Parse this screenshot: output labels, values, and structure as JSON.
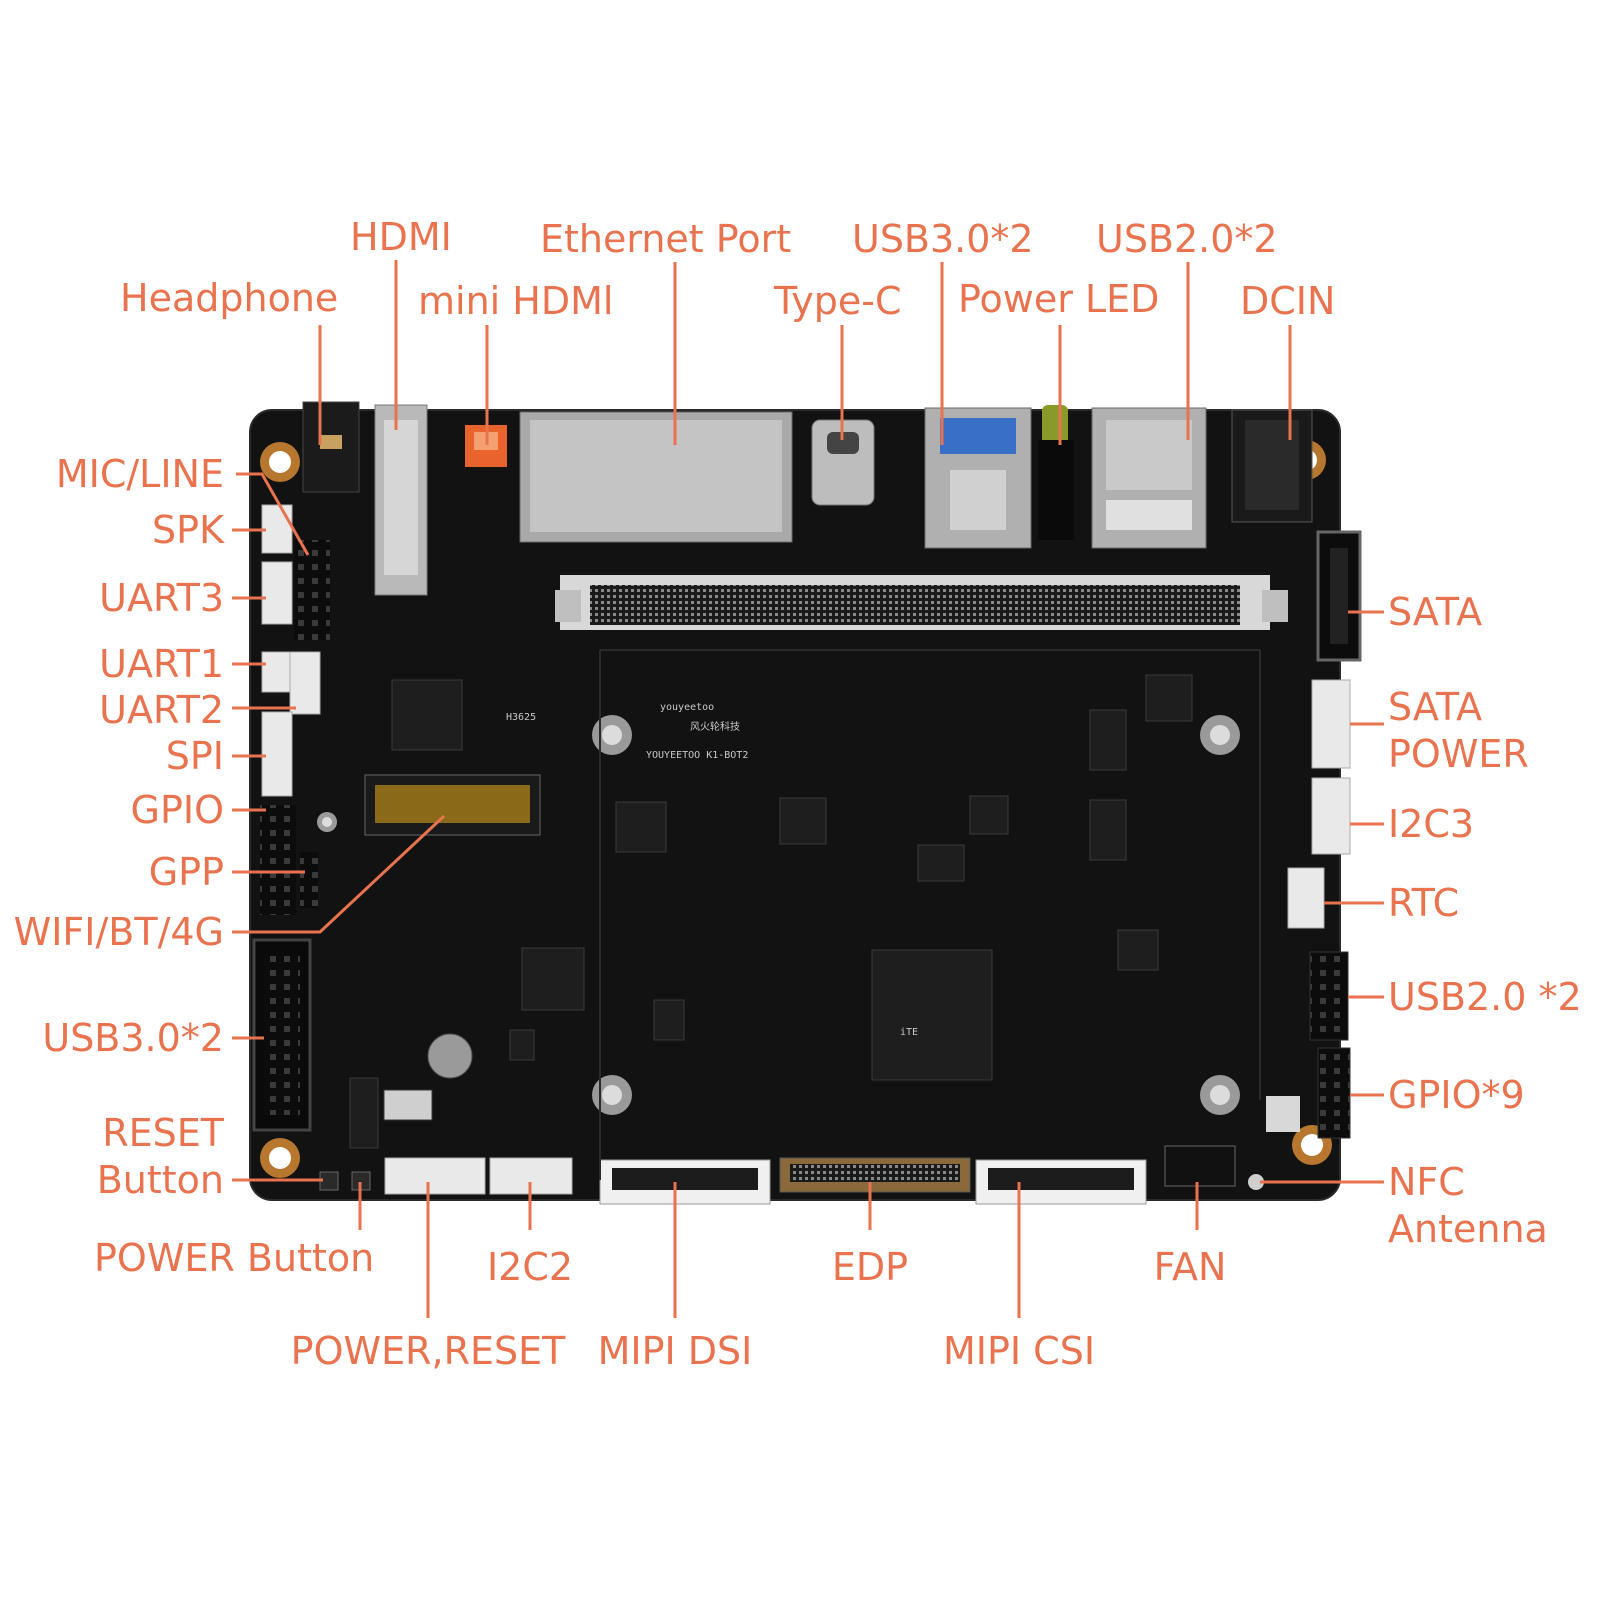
{
  "accent_color": "#E8734E",
  "board": {
    "brand_text": "youyeetoo",
    "cn_text": "风火轮科技",
    "model_text": "YOUYEETOO K1-BOT2",
    "chip_text": "iTE",
    "code_text": "H3625"
  },
  "labels": {
    "headphone": "Headphone",
    "hdmi": "HDMI",
    "mini_hdmi": "mini HDMl",
    "ethernet": "Ethernet Port",
    "type_c": "Type-C",
    "usb30_top": "USB3.0*2",
    "power_led": "Power LED",
    "usb20_top": "USB2.0*2",
    "dcin": "DCIN",
    "mic_line": "MIC/LINE",
    "spk": "SPK",
    "uart3": "UART3",
    "uart1": "UART1",
    "uart2": "UART2",
    "spi": "SPI",
    "gpio": "GPIO",
    "gpp": "GPP",
    "wifi": "WIFI/BT/4G",
    "usb30_left": "USB3.0*2",
    "reset_1": "RESET",
    "reset_2": "Button",
    "power_button": "POWER Button",
    "i2c2": "I2C2",
    "power_reset": "POWER,RESET",
    "mipi_dsi": "MIPI DSI",
    "edp": "EDP",
    "mipi_csi": "MIPI CSI",
    "fan": "FAN",
    "sata": "SATA",
    "sata_power_1": "SATA",
    "sata_power_2": "POWER",
    "i2c3": "I2C3",
    "rtc": "RTC",
    "usb20_right": "USB2.0 *2",
    "gpio9": "GPIO*9",
    "nfc_1": "NFC",
    "nfc_2": "Antenna"
  }
}
